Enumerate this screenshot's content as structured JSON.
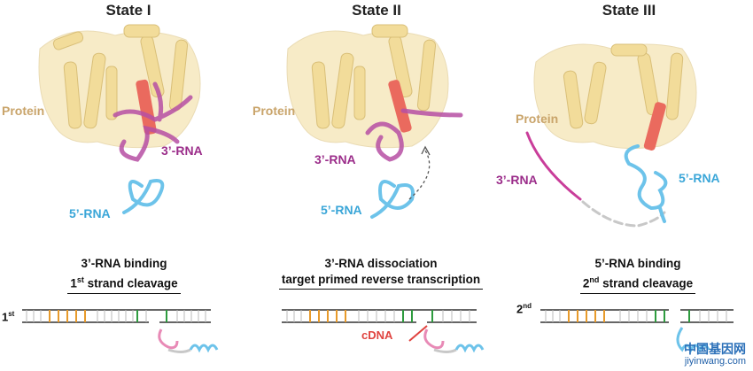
{
  "states": [
    {
      "title": "State I",
      "labels": {
        "protein": "Protein",
        "rna3": "3’-RNA",
        "rna5": "5’-RNA"
      },
      "caption": {
        "line1": "3’-RNA binding",
        "line2_num": "1",
        "line2_sup": "st",
        "line2_rest": " strand cleavage"
      },
      "strand_num": "1",
      "strand_sup": "st"
    },
    {
      "title": "State II",
      "labels": {
        "protein": "Protein",
        "rna3": "3’-RNA",
        "rna5": "5’-RNA"
      },
      "caption": {
        "line1": "3’-RNA dissociation",
        "line2": "target primed reverse transcription"
      },
      "cdna": "cDNA"
    },
    {
      "title": "State III",
      "labels": {
        "protein": "Protein",
        "rna3": "3’-RNA",
        "rna5": "5’-RNA"
      },
      "caption": {
        "line1": "5’-RNA binding",
        "line2_num": "2",
        "line2_sup": "nd",
        "line2_rest": " strand cleavage"
      },
      "strand_num": "2",
      "strand_sup": "nd"
    }
  ],
  "colors": {
    "protein": "#f2dc9a",
    "rna3": "#b64fa3",
    "rna5": "#6dc3ea",
    "helix": "#ea6a5e",
    "mark_orange": "#e79a2b",
    "mark_green": "#2e9b3f"
  },
  "watermark": {
    "cn": "中国基因网",
    "url": "jiyinwang.com"
  }
}
